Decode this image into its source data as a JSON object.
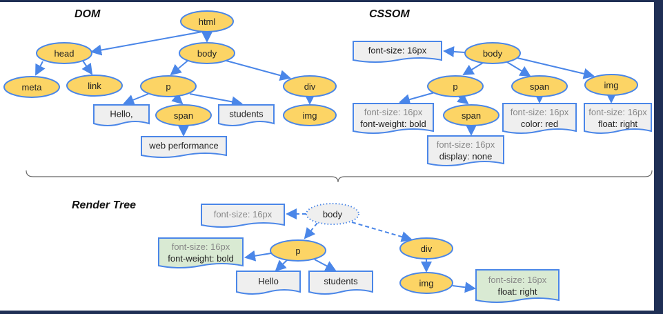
{
  "colors": {
    "node_fill": "#fcd465",
    "node_stroke": "#4a86e8",
    "edge": "#4a86e8",
    "text_box_fill": "#efefef",
    "render_style_fill": "#d9ead3",
    "frame": "#1f2f55"
  },
  "dom": {
    "title": "DOM",
    "nodes": {
      "html": "html",
      "head": "head",
      "body": "body",
      "meta": "meta",
      "link": "link",
      "p": "p",
      "div": "div",
      "hello": "Hello,",
      "span": "span",
      "students": "students",
      "img": "img",
      "web": "web performance"
    }
  },
  "cssom": {
    "title": "CSSOM",
    "body_style": "font-size: 16px",
    "nodes": {
      "body": "body",
      "p": "p",
      "span": "span",
      "img": "img",
      "span2": "span"
    },
    "p_style": [
      "font-size: 16px",
      "font-weight: bold"
    ],
    "span_style": [
      "font-size: 16px",
      "color: red"
    ],
    "img_style": [
      "font-size: 16px",
      "float: right"
    ],
    "span2_style": [
      "font-size: 16px",
      "display: none"
    ]
  },
  "render": {
    "title": "Render Tree",
    "body_style": "font-size: 16px",
    "nodes": {
      "body": "body",
      "p": "p",
      "div": "div",
      "hello": "Hello",
      "students": "students",
      "img": "img"
    },
    "p_style": [
      "font-size: 16px",
      "font-weight: bold"
    ],
    "img_style": [
      "font-size: 16px",
      "float: right"
    ]
  }
}
